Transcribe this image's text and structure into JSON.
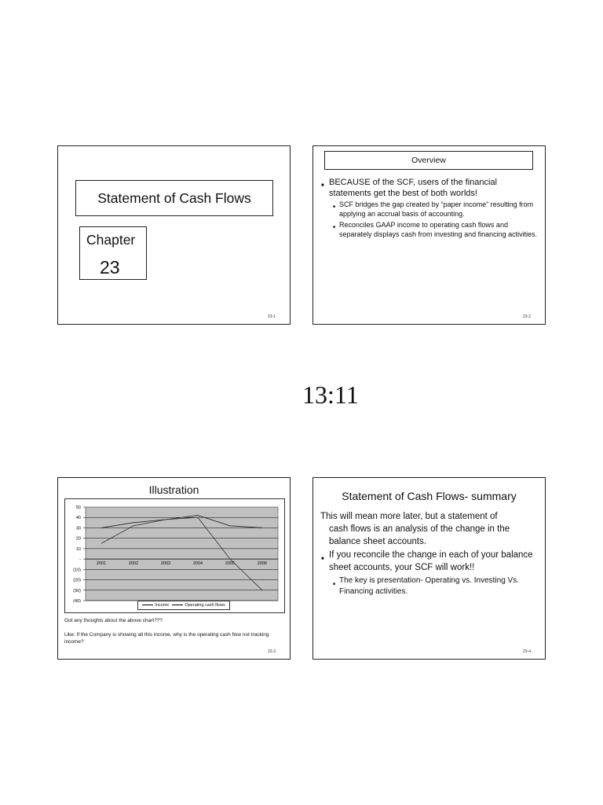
{
  "slide1": {
    "title": "Statement of Cash Flows",
    "chapter_label": "Chapter",
    "chapter_number": "23",
    "slide_number": "23-1"
  },
  "slide2": {
    "header": "Overview",
    "bullet": "BECAUSE of the SCF, users of the financial statements get the best of both worlds!",
    "sub_bullets": [
      "SCF bridges the gap created by “paper income” resulting from applying an accrual basis of accounting.",
      "Reconciles GAAP income to operating cash flows and separately displays cash from investing and financing activities."
    ],
    "slide_number": "23-2"
  },
  "timer": "13:11",
  "slide3": {
    "title": "Illustration",
    "question": "Got any thoughts about the above chart???",
    "followup": "Like:  If the Company is showing all this income, why is the operating cash flow  not tracking income?",
    "slide_number": "23-3"
  },
  "slide4": {
    "title": "Statement of Cash Flows- summary",
    "intro_line1": "This will mean more later, but a statement of",
    "intro_line2": "cash flows is an analysis of the change in the",
    "intro_line3": "balance sheet accounts.",
    "bullet": "If you reconcile the change in each of your balance sheet accounts, your SCF will work!!",
    "sub_bullet": "The key is presentation- Operating vs. Investing Vs. Financing activities.",
    "slide_number": "23-4"
  },
  "chart_data": {
    "type": "line",
    "categories": [
      "2001",
      "2002",
      "2003",
      "2004",
      "2005",
      "2006"
    ],
    "y_tick_labels": [
      "50",
      "40",
      "30",
      "20",
      "10",
      "-",
      "(10)",
      "(20)",
      "(30)",
      "(40)"
    ],
    "ylim": [
      -40,
      50
    ],
    "series": [
      {
        "name": "Income",
        "values": [
          30,
          35,
          38,
          42,
          32,
          30
        ]
      },
      {
        "name": "Operating cash flows",
        "values": [
          15,
          32,
          38,
          40,
          0,
          -30
        ]
      }
    ],
    "plot_background": "#c0c0c0",
    "legend": "bottom"
  }
}
